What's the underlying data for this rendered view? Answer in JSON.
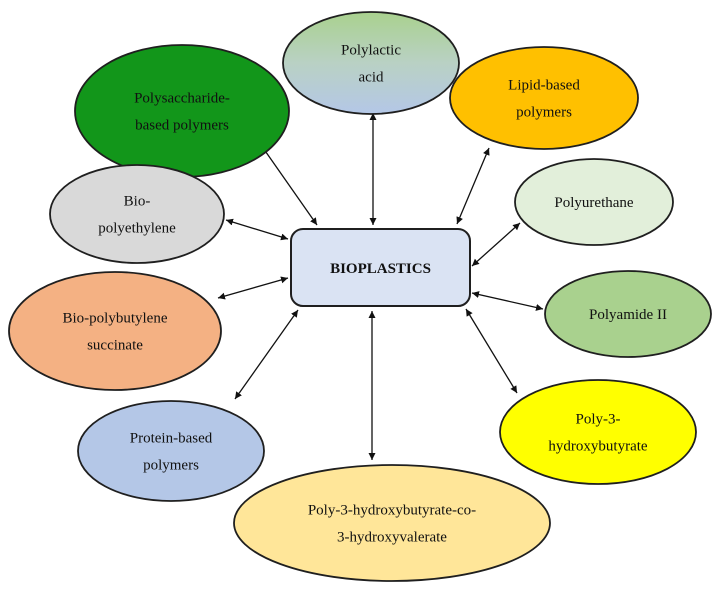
{
  "center": {
    "label": "BIOPLASTICS",
    "fill": "#dae3f3",
    "stroke": "#1f1f1f"
  },
  "nodes": [
    {
      "id": "polylactic-acid",
      "lines": [
        "Polylactic",
        "acid"
      ],
      "fill": "gradient-green-blue",
      "colors": [
        "#a9d18e",
        "#b4c7e7"
      ]
    },
    {
      "id": "lipid-based-polymers",
      "lines": [
        "Lipid-based",
        "polymers"
      ],
      "fill": "#ffc000"
    },
    {
      "id": "polysaccharide-based-polymers",
      "lines": [
        "Polysaccharide-",
        "based polymers"
      ],
      "fill": "#12961a"
    },
    {
      "id": "bio-polyethylene",
      "lines": [
        "Bio-",
        "polyethylene"
      ],
      "fill": "#d9d9d9"
    },
    {
      "id": "polyurethane",
      "lines": [
        "Polyurethane"
      ],
      "fill": "#e2efda"
    },
    {
      "id": "polyamide-ii",
      "lines": [
        "Polyamide II"
      ],
      "fill": "#a9d18e"
    },
    {
      "id": "bio-polybutylene-succinate",
      "lines": [
        "Bio-polybutylene",
        "succinate"
      ],
      "fill": "#f4b183"
    },
    {
      "id": "poly-3-hydroxybutyrate",
      "lines": [
        "Poly-3-",
        "hydroxybutyrate"
      ],
      "fill": "#ffff00"
    },
    {
      "id": "protein-based-polymers",
      "lines": [
        "Protein-based",
        "polymers"
      ],
      "fill": "#b4c7e7"
    },
    {
      "id": "phbv",
      "lines": [
        "Poly-3-hydroxybutyrate-co-",
        "3-hydroxyvalerate"
      ],
      "fill": "#ffe699"
    }
  ],
  "colors": {
    "stroke": "#1f1f1f",
    "text": "#111111",
    "arrow": "#111111"
  }
}
